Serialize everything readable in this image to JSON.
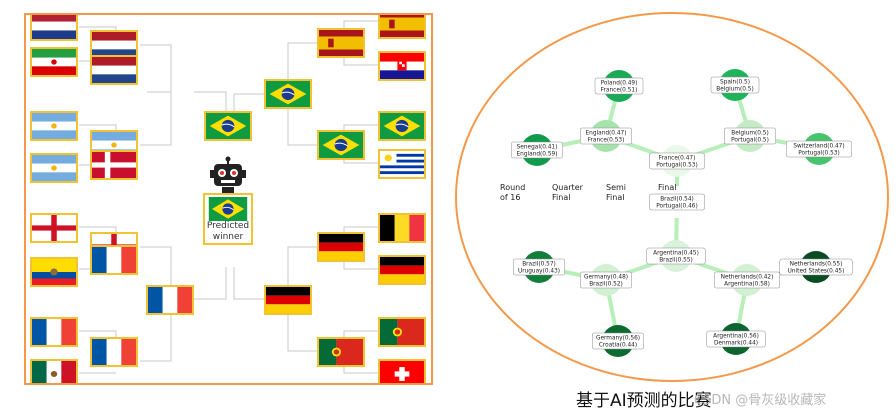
{
  "colors": {
    "frame_border": "#f4994b",
    "flag_border": "#f1c232",
    "edge_light_green": "#b7efb9",
    "bracket_line": "#c8c8c8"
  },
  "left_bracket": {
    "flags": [
      {
        "name": "flag-usa",
        "country": "usa"
      },
      {
        "name": "flag-netherlands-a",
        "country": "netherlands"
      },
      {
        "name": "flag-iran",
        "country": "iran"
      },
      {
        "name": "flag-netherlands-b",
        "country": "netherlands"
      },
      {
        "name": "flag-argentina-a",
        "country": "argentina"
      },
      {
        "name": "flag-argentina-b",
        "country": "argentina"
      },
      {
        "name": "flag-argentina-c",
        "country": "argentina"
      },
      {
        "name": "flag-denmark",
        "country": "denmark"
      },
      {
        "name": "flag-england-a",
        "country": "england"
      },
      {
        "name": "flag-england-b",
        "country": "england"
      },
      {
        "name": "flag-ecuador",
        "country": "ecuador"
      },
      {
        "name": "flag-france-a",
        "country": "france"
      },
      {
        "name": "flag-france-b",
        "country": "france"
      },
      {
        "name": "flag-france-c",
        "country": "france"
      },
      {
        "name": "flag-mexico",
        "country": "mexico"
      },
      {
        "name": "flag-france-d",
        "country": "france"
      },
      {
        "name": "flag-brazil-center",
        "country": "brazil"
      },
      {
        "name": "flag-brazil-top",
        "country": "brazil"
      },
      {
        "name": "flag-germany-center",
        "country": "germany"
      },
      {
        "name": "flag-spain-a",
        "country": "spain"
      },
      {
        "name": "flag-spain-b",
        "country": "spain"
      },
      {
        "name": "flag-croatia",
        "country": "croatia"
      },
      {
        "name": "flag-brazil-r1",
        "country": "brazil"
      },
      {
        "name": "flag-brazil-r2",
        "country": "brazil"
      },
      {
        "name": "flag-uruguay",
        "country": "uruguay"
      },
      {
        "name": "flag-belgium",
        "country": "belgium"
      },
      {
        "name": "flag-germany-r1",
        "country": "germany"
      },
      {
        "name": "flag-germany-r2",
        "country": "germany"
      },
      {
        "name": "flag-portugal-a",
        "country": "portugal"
      },
      {
        "name": "flag-portugal-b",
        "country": "portugal"
      },
      {
        "name": "flag-switzerland",
        "country": "switzerland"
      }
    ],
    "predicted_label": "Predicted winner",
    "robot_icon": "robot-icon"
  },
  "right_tree": {
    "round_labels": [
      {
        "line1": "Round",
        "line2": "of 16"
      },
      {
        "line1": "Quarter",
        "line2": "Final"
      },
      {
        "line1": "Semi",
        "line2": "Final"
      },
      {
        "line1": "Final",
        "line2": ""
      }
    ],
    "nodes": [
      {
        "name": "node-poland-france",
        "lines": [
          "Poland(0.49)",
          "France(0.51)"
        ],
        "color": "#1aaa55"
      },
      {
        "name": "node-spain-belgium",
        "lines": [
          "Spain(0.5)",
          "Belgium(0.5)"
        ],
        "color": "#1fb35a"
      },
      {
        "name": "node-senegal-england",
        "lines": [
          "Senegal(0.41)",
          "England(0.59)"
        ],
        "color": "#129a4c"
      },
      {
        "name": "node-england-france",
        "lines": [
          "England(0.47)",
          "France(0.53)"
        ],
        "color": "#a6e3ac"
      },
      {
        "name": "node-france-portugal",
        "lines": [
          "France(0.47)",
          "Portugal(0.53)"
        ],
        "color": "#e9f8e9"
      },
      {
        "name": "node-belgium-portugal",
        "lines": [
          "Belgium(0.5)",
          "Portugal(0.5)"
        ],
        "color": "#c4ebc6"
      },
      {
        "name": "node-switzerland-portugal",
        "lines": [
          "Switzerland(0.47)",
          "Portugal(0.53)"
        ],
        "color": "#49c46e"
      },
      {
        "name": "node-brazil-portugal",
        "lines": [
          "Brazil(0.54)",
          "Portugal(0.46)"
        ],
        "color": "#ffffff"
      },
      {
        "name": "node-argentina-brazil",
        "lines": [
          "Argentina(0.45)",
          "Brazil(0.55)"
        ],
        "color": "#d9f2d9"
      },
      {
        "name": "node-brazil-uruguay",
        "lines": [
          "Brazil(0.57)",
          "Uruguay(0.43)"
        ],
        "color": "#137d3c"
      },
      {
        "name": "node-germany-brazil",
        "lines": [
          "Germany(0.48)",
          "Brazil(0.52)"
        ],
        "color": "#d2f0d2"
      },
      {
        "name": "node-netherlands-argentina",
        "lines": [
          "Netherlands(0.42)",
          "Argentina(0.58)"
        ],
        "color": "#d2f0d2"
      },
      {
        "name": "node-netherlands-usa",
        "lines": [
          "Netherlands(0.55)",
          "United States(0.45)"
        ],
        "color": "#0b4d22"
      },
      {
        "name": "node-germany-croatia",
        "lines": [
          "Germany(0.56)",
          "Croatia(0.44)"
        ],
        "color": "#0d6a30"
      },
      {
        "name": "node-argentina-denmark",
        "lines": [
          "Argentina(0.56)",
          "Denmark(0.44)"
        ],
        "color": "#0e6430"
      }
    ]
  },
  "caption": "基于AI预测的比赛",
  "watermark": "CSDN @骨灰级收藏家"
}
